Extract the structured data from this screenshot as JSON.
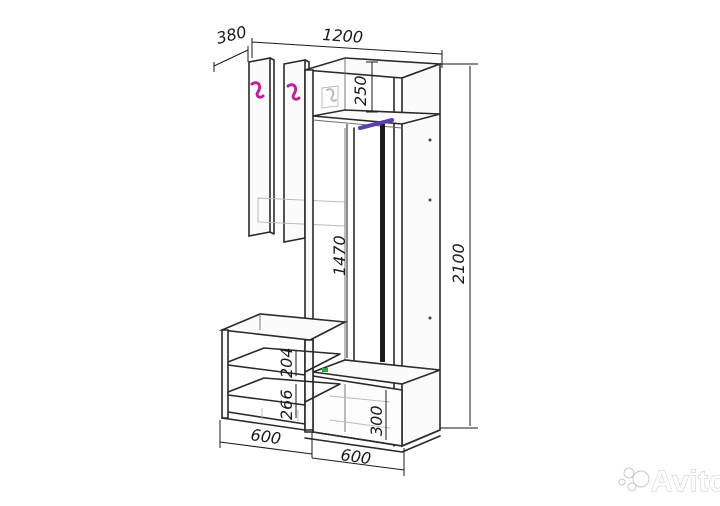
{
  "dimensions": {
    "depth": "380",
    "width_total": "1200",
    "top_shelf": "250",
    "height_total": "2100",
    "wardrobe_inner": "1470",
    "bench_upper": "204",
    "bench_lower": "266",
    "wardrobe_bottom": "300",
    "bench_width": "600",
    "wardrobe_width": "600"
  },
  "watermark": {
    "label": "Avito"
  },
  "colors": {
    "hook": "#c0209a",
    "rail": "#5a3fb0",
    "line": "#2a2a2a"
  }
}
